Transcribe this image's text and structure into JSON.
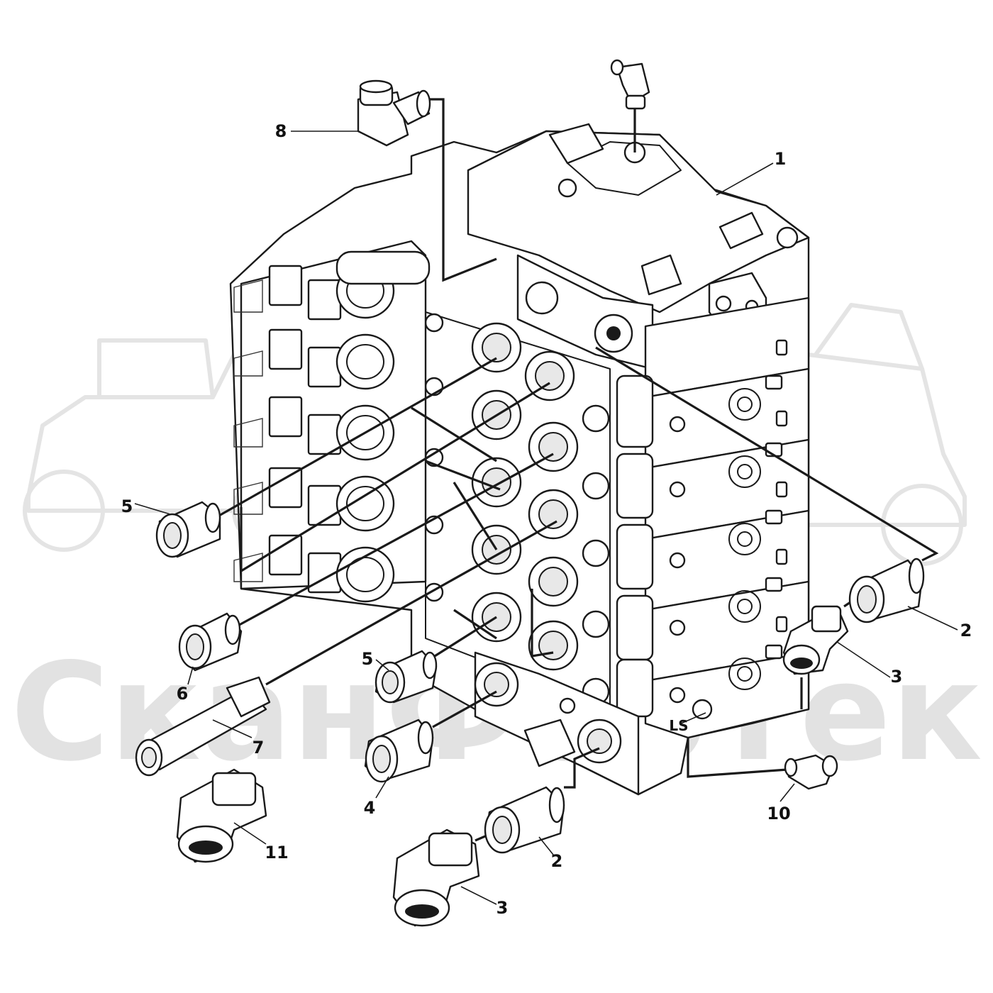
{
  "watermark": {
    "text": "СканФорТек",
    "color": "#e2e2e2"
  },
  "callouts": [
    {
      "id": "c1",
      "text": "1"
    },
    {
      "id": "c2a",
      "text": "2"
    },
    {
      "id": "c2b",
      "text": "2"
    },
    {
      "id": "c3a",
      "text": "3"
    },
    {
      "id": "c3b",
      "text": "3"
    },
    {
      "id": "c4",
      "text": "4"
    },
    {
      "id": "c5a",
      "text": "5"
    },
    {
      "id": "c5b",
      "text": "5"
    },
    {
      "id": "c6",
      "text": "6"
    },
    {
      "id": "c7",
      "text": "7"
    },
    {
      "id": "c8",
      "text": "8"
    },
    {
      "id": "c10",
      "text": "10"
    },
    {
      "id": "c11",
      "text": "11"
    }
  ],
  "port_label": "LS",
  "colors": {
    "ink": "#1a1a1a",
    "background": "#ffffff",
    "watermark": "#e2e2e2"
  },
  "icons": [
    "hydraulic-valve-block-icon",
    "solenoid-icon",
    "fitting-icon",
    "elbow-fitting-icon"
  ]
}
